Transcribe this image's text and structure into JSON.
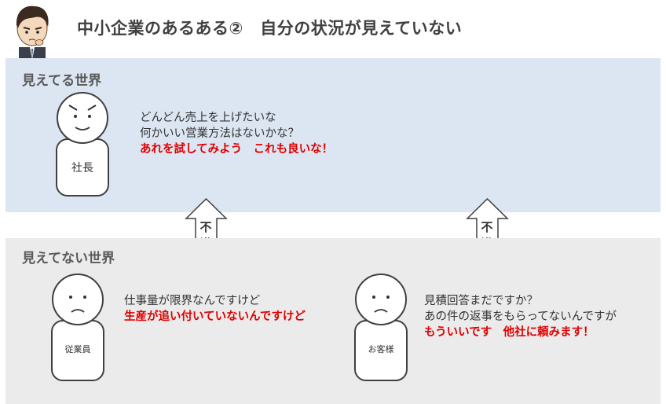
{
  "header": {
    "title": "中小企業のあるある②　自分の状況が見えていない"
  },
  "visible_world": {
    "label": "見えてる世界",
    "president": {
      "name": "社長",
      "lines": [
        "どんどん売上を上げたいな",
        "何かいい営業方法はないかな？"
      ],
      "highlight": "あれを試してみよう　これも良いな！"
    }
  },
  "invisible_world": {
    "label": "見えてない世界",
    "employee": {
      "name": "従業員",
      "line": "仕事量が限界なんですけど",
      "highlight": "生産が追い付いていないんですけど"
    },
    "customer": {
      "name": "お客様",
      "lines": [
        "見積回答まだですか？",
        "あの件の返事をもらってないんですが"
      ],
      "highlight": "もういいです　他社に頼みます！"
    }
  },
  "arrows": {
    "left_label": "不満",
    "right_label": "不満"
  },
  "colors": {
    "top_panel": "#dbe6f2",
    "bottom_panel": "#ebebeb",
    "highlight_red": "#e00000"
  }
}
